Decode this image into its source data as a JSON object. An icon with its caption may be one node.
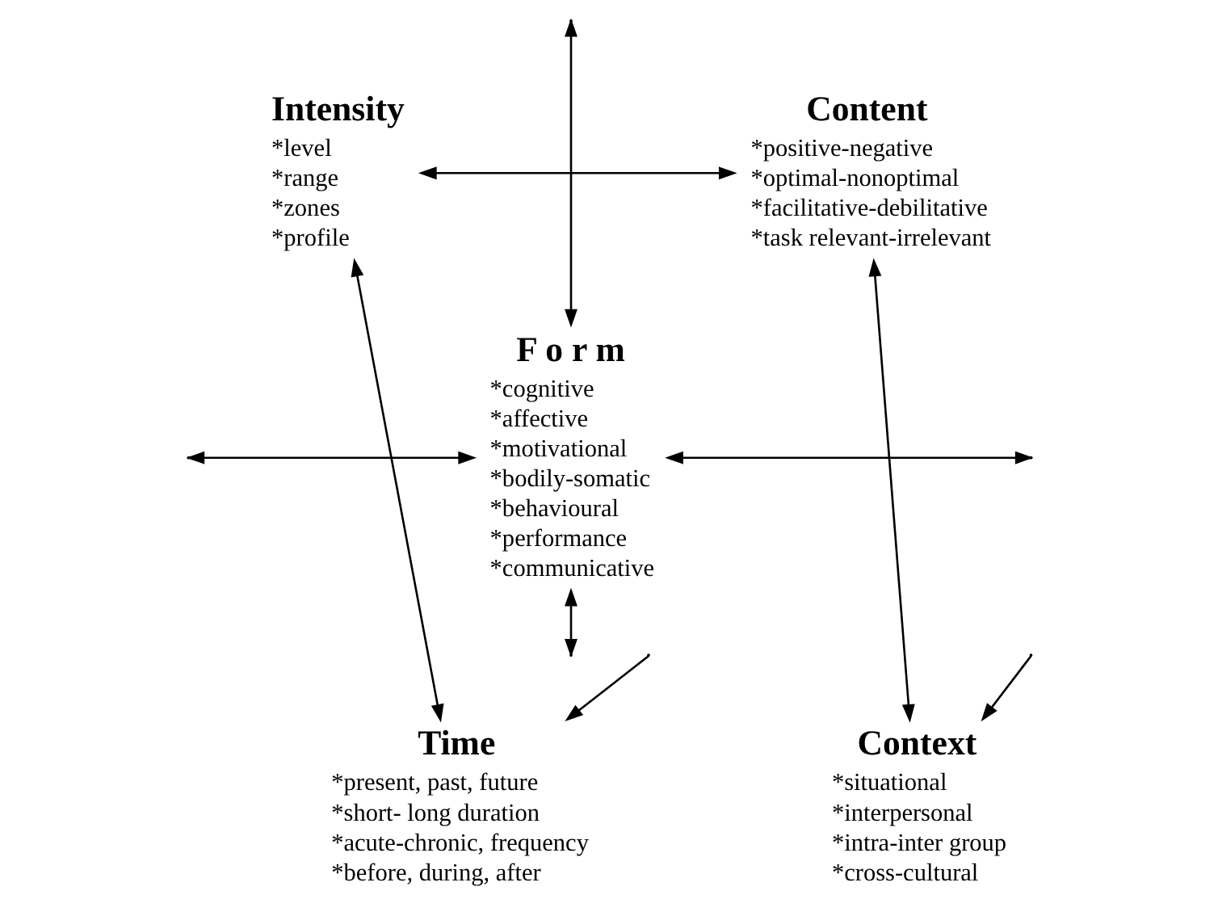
{
  "diagram": {
    "nodes": [
      {
        "text": [
          "Intensity",
          "*level",
          "*range",
          "*zones",
          "*profile"
        ]
      },
      {
        "text": [
          "Content",
          "*positive-negative",
          "*optimal-nonoptimal",
          "*facilitative-debilitative",
          "*task relevant-irrelevant"
        ]
      },
      {
        "text": [
          "F o r m",
          "*cognitive",
          "*affective",
          "*motivational",
          "*bodily-somatic",
          "*behavioural",
          "*performance",
          "*communicative"
        ]
      },
      {
        "text": [
          "Time",
          "*present, past, future",
          "*short- long duration",
          "*acute-chronic, frequency",
          "*before, during, after"
        ]
      },
      {
        "text": [
          "Context",
          "*situational",
          "*interpersonal",
          "*intra-inter group",
          "*cross-cultural"
        ]
      }
    ],
    "edges": [
      {
        "from": 0,
        "to": 1,
        "arrow": "both"
      },
      {
        "from": null,
        "to": 2,
        "arrow": "both"
      },
      {
        "from": 0,
        "to": 3,
        "arrow": "both"
      },
      {
        "from": null,
        "to": 2,
        "arrow": "both"
      },
      {
        "from": 2,
        "to": null,
        "arrow": "both"
      },
      {
        "from": 1,
        "to": 4,
        "arrow": "both"
      },
      {
        "from": 2,
        "to": null,
        "arrow": "both"
      },
      {
        "from": null,
        "to": 3,
        "arrow": "to"
      },
      {
        "from": null,
        "to": 4,
        "arrow": "to"
      }
    ]
  }
}
